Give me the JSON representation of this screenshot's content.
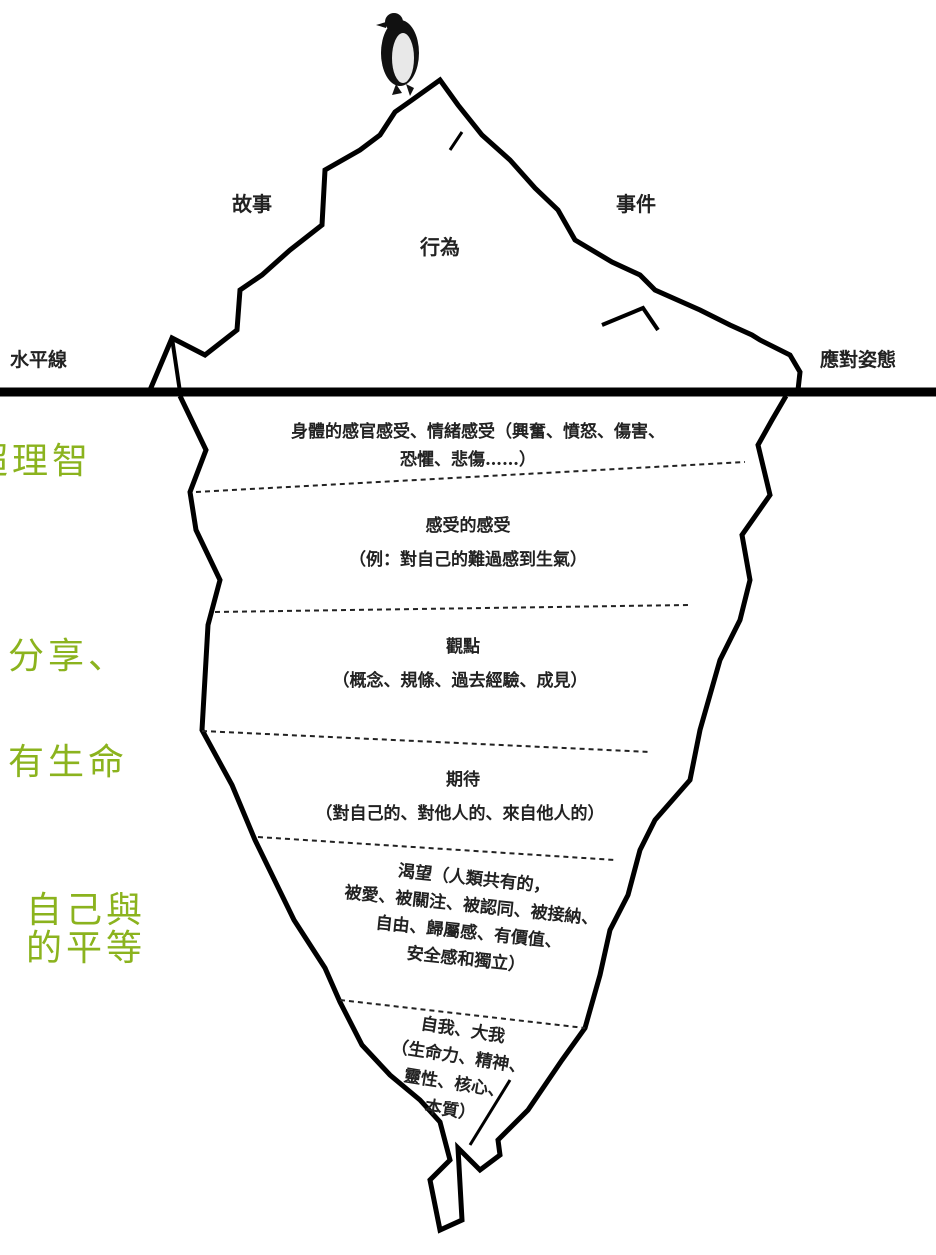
{
  "surface": {
    "horizon": "水平線",
    "story": "故事",
    "event": "事件",
    "behavior": "行為",
    "coping": "應對姿態"
  },
  "layers": [
    {
      "line1": "身體的感官感受、情緒感受（興奮、憤怒、傷害、",
      "line2": "恐懼、悲傷……）"
    },
    {
      "line1": "感受的感受",
      "line2": "（例：對自己的難過感到生氣）"
    },
    {
      "line1": "觀點",
      "line2": "（概念、規條、過去經驗、成見）"
    },
    {
      "line1": "期待",
      "line2": "（對自己的、對他人的、來自他人的）"
    },
    {
      "line1": "渴望（人類共有的，",
      "line2": "被愛、被關注、被認同、被接納、",
      "line3": "自由、歸屬感、有價值、",
      "line4": "安全感和獨立）"
    },
    {
      "line1": "自我、大我",
      "line2": "（生命力、精神、",
      "line3": "靈性、核心、",
      "line4": "本質）"
    }
  ],
  "overlay_text": {
    "t1": "超理智",
    "t2": "分享、",
    "t3": "有生命",
    "t4": "自己與",
    "t5": "的平等"
  },
  "colors": {
    "outline": "#000000",
    "overlay_green": "#8bb31e",
    "background": "#ffffff"
  }
}
